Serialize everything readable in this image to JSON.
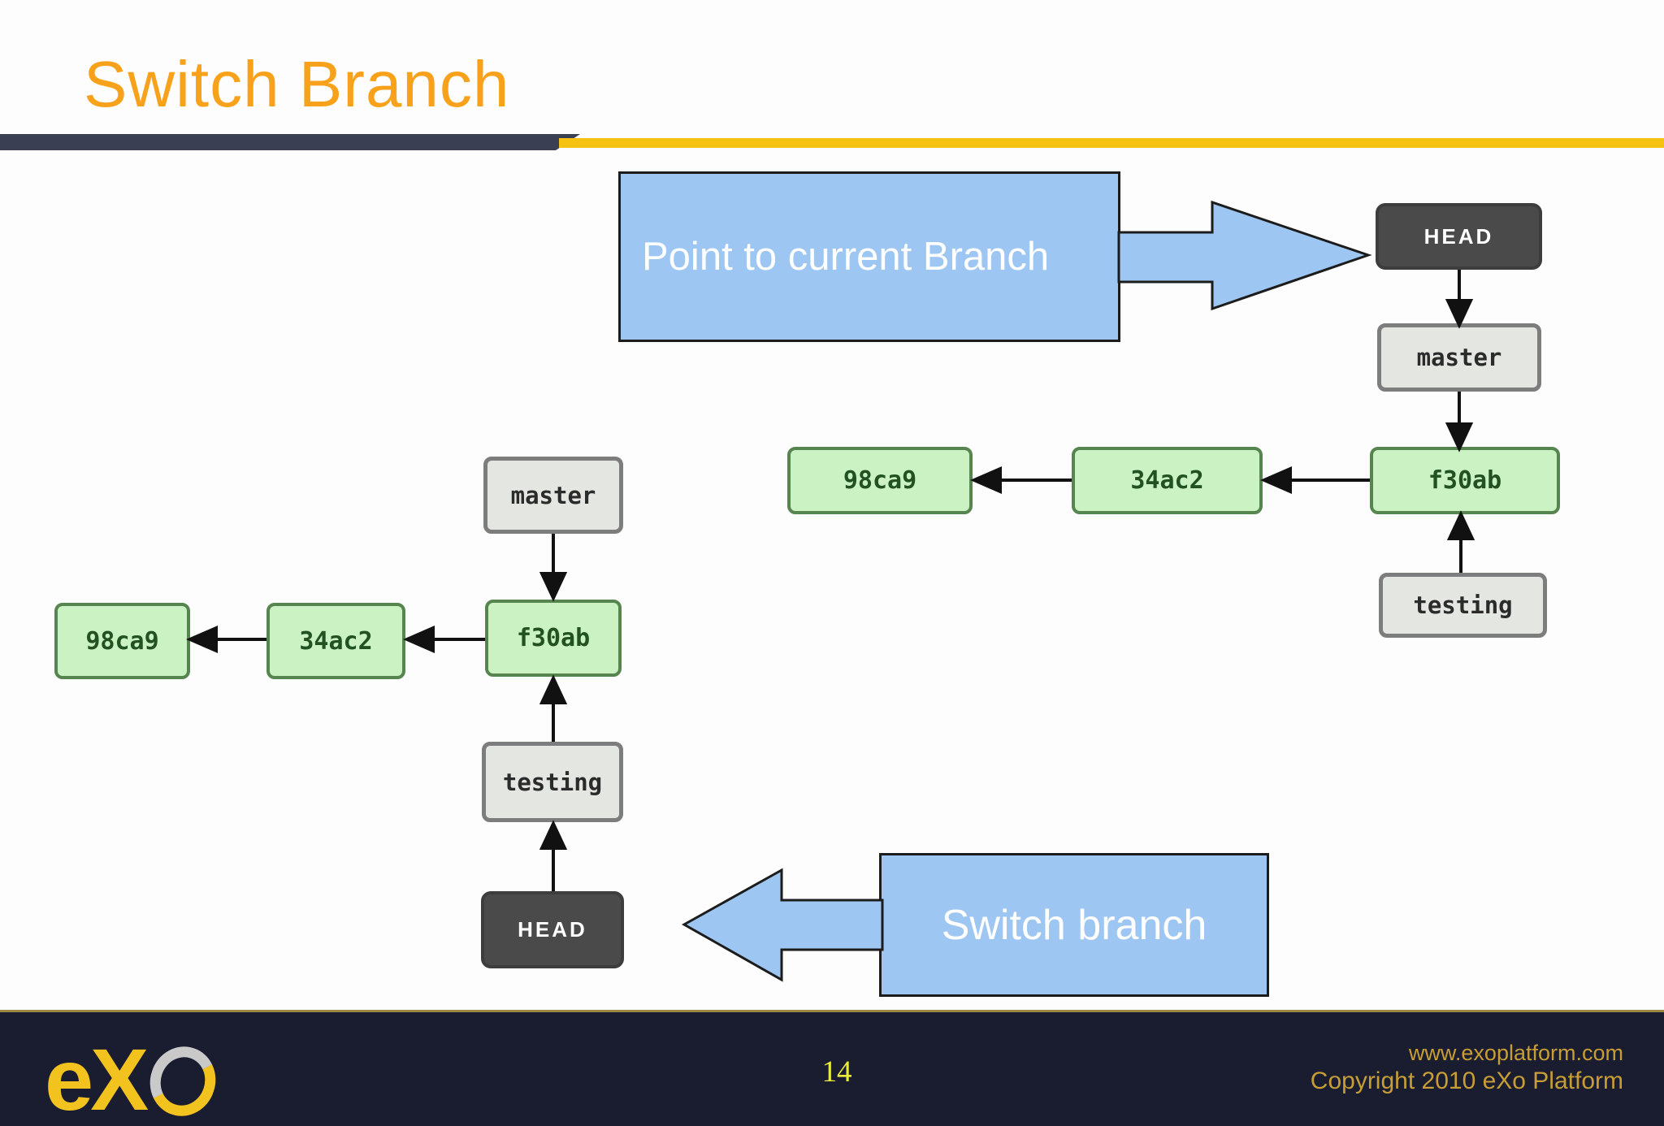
{
  "slide": {
    "title": "Switch Branch",
    "page_number": "14"
  },
  "callouts": {
    "point_to_current": {
      "label": "Point to current Branch"
    },
    "switch_branch": {
      "label": "Switch branch"
    }
  },
  "diagram_right": {
    "head": "HEAD",
    "master": "master",
    "f30ab": "f30ab",
    "commit2": "34ac2",
    "commit1": "98ca9",
    "testing": "testing"
  },
  "diagram_left": {
    "head": "HEAD",
    "master": "master",
    "f30ab": "f30ab",
    "commit2": "34ac2",
    "commit1": "98ca9",
    "testing": "testing"
  },
  "footer": {
    "logo_prefix": "eX",
    "website": "www.exoplatform.com",
    "copyright": "Copyright 2010 eXo Platform"
  },
  "colors": {
    "title_orange": "#F7A21A",
    "bar_navy": "#3A3F54",
    "bar_gold": "#F5C211",
    "callout_blue": "#9EC6F2",
    "node_green_fill": "#CBF2C3",
    "node_green_border": "#57854F",
    "node_gray_fill": "#E4E6E2",
    "node_gray_border": "#7D7D7D",
    "node_dark_fill": "#4A4A4A",
    "arrow_black": "#111111",
    "footer_bg": "#1A1D30",
    "footer_gold_text": "#C79D35",
    "page_number_yellow": "#E9EC3A",
    "logo_gold": "#F2C21E",
    "logo_gray": "#C9C9C9"
  }
}
